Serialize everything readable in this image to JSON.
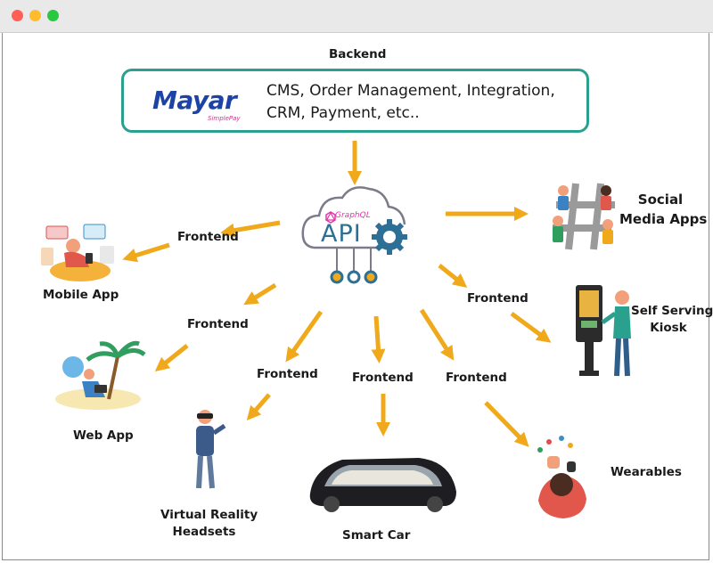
{
  "window": {
    "dots": [
      "#ff5f57",
      "#febc2e",
      "#28c840"
    ]
  },
  "title": "Backend",
  "backend": {
    "logo_text": "Mayar",
    "logo_subtext": "SimplePay",
    "line1": "CMS, Order Management, Integration,",
    "line2": "CRM, Payment, etc.."
  },
  "api": {
    "tag": "GraphQL",
    "label": "API"
  },
  "frontend_label": "Frontend",
  "clients": {
    "mobile": "Mobile App",
    "web": "Web App",
    "vr_line1": "Virtual Reality",
    "vr_line2": "Headsets",
    "car": "Smart Car",
    "wearables": "Wearables",
    "kiosk_line1": "Self Serving",
    "kiosk_line2": "Kiosk",
    "social_line1": "Social",
    "social_line2": "Media Apps"
  },
  "colors": {
    "arrow": "#f0a91a",
    "box_border": "#2aa18f",
    "logo": "#1e43a6",
    "api_blue": "#2e6f96",
    "graphql": "#e535ab"
  },
  "icons": [
    "mobile-app-illustration",
    "web-app-illustration",
    "vr-headset-illustration",
    "smart-car-illustration",
    "wearables-illustration",
    "kiosk-illustration",
    "social-media-illustration",
    "api-cloud-icon",
    "gear-icon"
  ]
}
